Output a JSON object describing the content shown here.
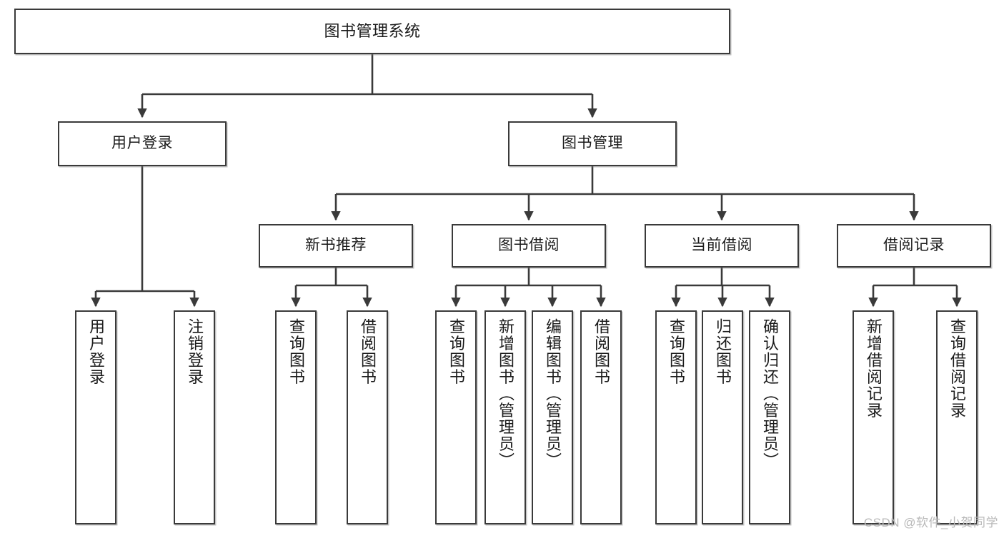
{
  "diagram": {
    "title": "图书管理系统",
    "type": "tree-hierarchy-chart",
    "watermark": "CSDN @软件_小贺同学",
    "colors": {
      "stroke": "#3a3a3a",
      "fill": "#ffffff",
      "text": "#1a1a1a",
      "watermark": "#b9b9b9"
    },
    "levels": {
      "root": {
        "label": "图书管理系统"
      },
      "level2": [
        {
          "id": "user-login",
          "label": "用户登录"
        },
        {
          "id": "book-manage",
          "label": "图书管理"
        }
      ],
      "level3": [
        {
          "id": "new-book-rec",
          "label": "新书推荐",
          "parent": "book-manage"
        },
        {
          "id": "book-borrow",
          "label": "图书借阅",
          "parent": "book-manage"
        },
        {
          "id": "current-borrow",
          "label": "当前借阅",
          "parent": "book-manage"
        },
        {
          "id": "borrow-record",
          "label": "借阅记录",
          "parent": "book-manage"
        }
      ],
      "leaves": [
        {
          "id": "leaf-user-login",
          "label": "用户登录",
          "parent": "user-login"
        },
        {
          "id": "leaf-logout-login",
          "label": "注销登录",
          "parent": "user-login"
        },
        {
          "id": "leaf-query-book-1",
          "label": "查询图书",
          "parent": "new-book-rec"
        },
        {
          "id": "leaf-borrow-book-1",
          "label": "借阅图书",
          "parent": "new-book-rec"
        },
        {
          "id": "leaf-query-book-2",
          "label": "查询图书",
          "parent": "book-borrow"
        },
        {
          "id": "leaf-add-book",
          "label": "新增图书（管理员）",
          "parent": "book-borrow"
        },
        {
          "id": "leaf-edit-book",
          "label": "编辑图书（管理员）",
          "parent": "book-borrow"
        },
        {
          "id": "leaf-borrow-book-2",
          "label": "借阅图书",
          "parent": "book-borrow"
        },
        {
          "id": "leaf-query-book-3",
          "label": "查询图书",
          "parent": "current-borrow"
        },
        {
          "id": "leaf-return-book",
          "label": "归还图书",
          "parent": "current-borrow"
        },
        {
          "id": "leaf-confirm-return",
          "label": "确认归还（管理员）",
          "parent": "current-borrow"
        },
        {
          "id": "leaf-add-record",
          "label": "新增借阅记录",
          "parent": "borrow-record"
        },
        {
          "id": "leaf-query-record",
          "label": "查询借阅记录",
          "parent": "borrow-record"
        }
      ]
    }
  }
}
